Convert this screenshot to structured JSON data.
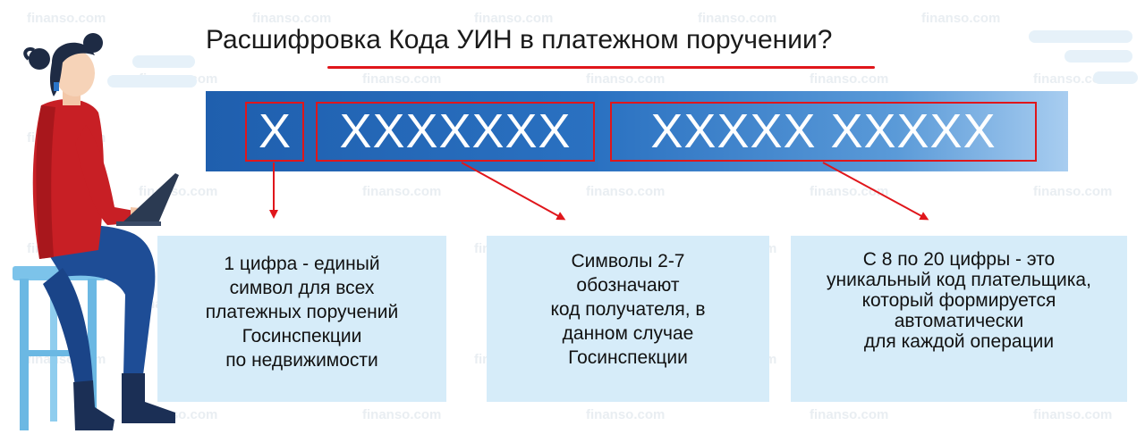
{
  "watermark": "finanso.com",
  "title": "Расшифровка Кода УИН в платежном поручении?",
  "code_segments": [
    "X",
    "XXXXXXX",
    "XXXXX  XXXXX"
  ],
  "descriptions": [
    "1 цифра - единый\nсимвол для всех\nплатежных поручений\nГосинспекции\nпо недвижимости",
    "Символы 2-7\nобозначают\nкод получателя, в\nданном случае\nГосинспекции",
    "С 8 по 20 цифры - это\nуникальный код плательщика,\nкоторый формируется\nавтоматически\nдля каждой операции"
  ],
  "colors": {
    "accent_red": "#e0161b",
    "bar_blue_start": "#1f5fae",
    "bar_blue_end": "#a8cdf0",
    "box_background": "#d6ecf9",
    "watermark": "#e9eef2"
  }
}
